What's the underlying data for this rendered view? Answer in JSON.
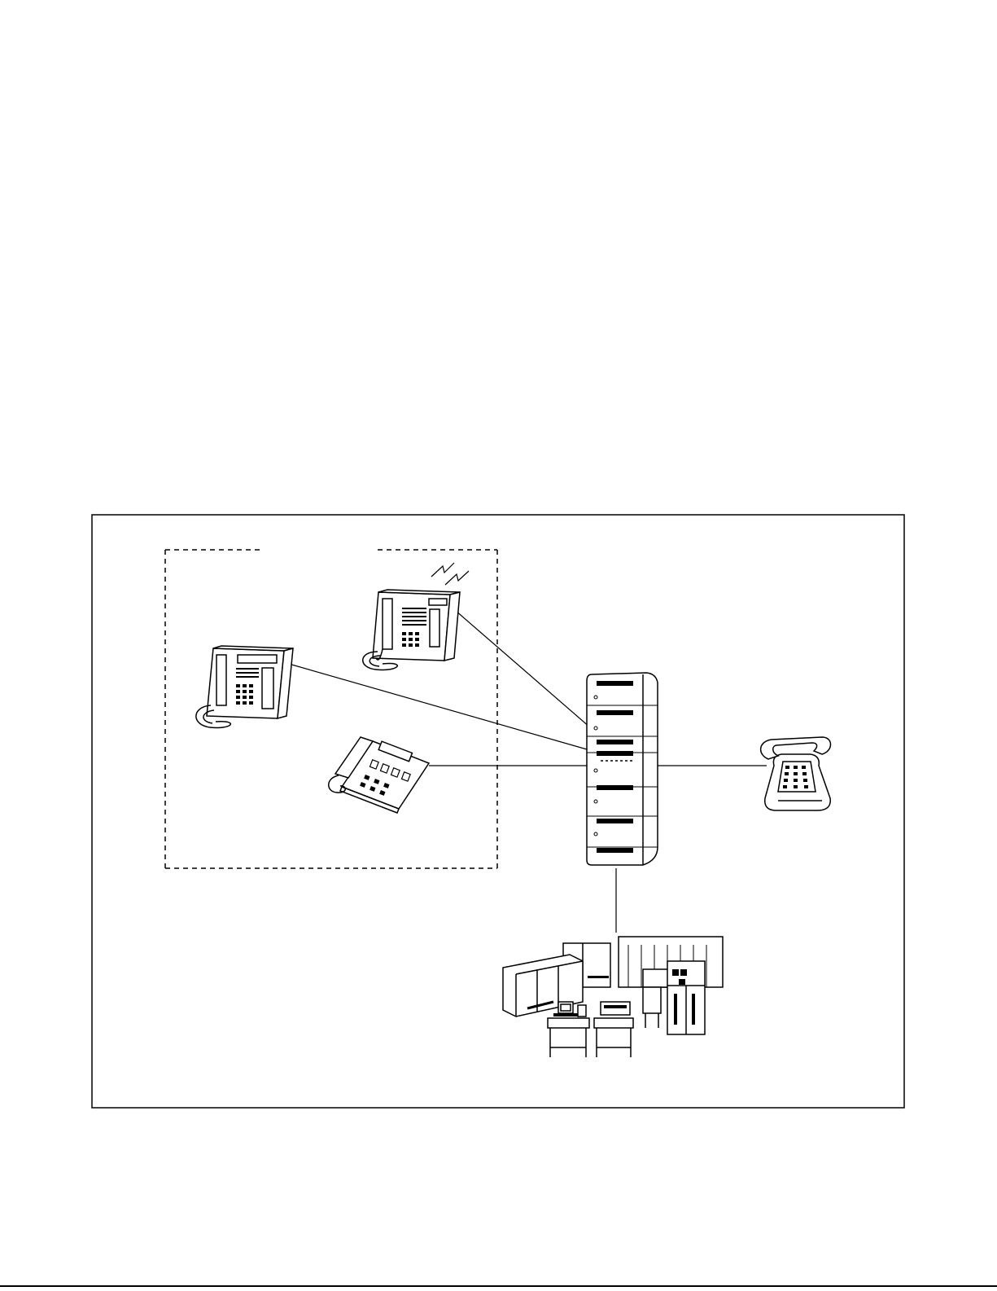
{
  "figure": {
    "description_visible_text": [],
    "colors": {
      "ink": "#000000",
      "paper": "#ffffff"
    },
    "nodes": [
      {
        "id": "proprietary-phone-left",
        "icon": "multiline-telephone-icon"
      },
      {
        "id": "wireless-proprietary-phone",
        "icon": "wireless-telephone-icon",
        "has_radio_signal": true
      },
      {
        "id": "speaker-phone",
        "icon": "feature-telephone-icon"
      },
      {
        "id": "pbx-cabinet",
        "icon": "switch-cabinet-icon"
      },
      {
        "id": "external-phone",
        "icon": "rotary-telephone-icon"
      },
      {
        "id": "computer-system",
        "icon": "mainframe-computer-icon"
      }
    ],
    "connections": [
      {
        "from": "wireless-proprietary-phone",
        "to": "pbx-cabinet",
        "style": "solid"
      },
      {
        "from": "proprietary-phone-left",
        "to": "pbx-cabinet",
        "style": "solid"
      },
      {
        "from": "speaker-phone",
        "to": "pbx-cabinet",
        "style": "solid"
      },
      {
        "from": "pbx-cabinet",
        "to": "external-phone",
        "style": "solid"
      },
      {
        "from": "pbx-cabinet",
        "to": "computer-system",
        "style": "solid"
      }
    ],
    "groups": [
      {
        "id": "station-group",
        "style": "dashed",
        "members": [
          "proprietary-phone-left",
          "wireless-proprietary-phone",
          "speaker-phone"
        ]
      }
    ]
  }
}
